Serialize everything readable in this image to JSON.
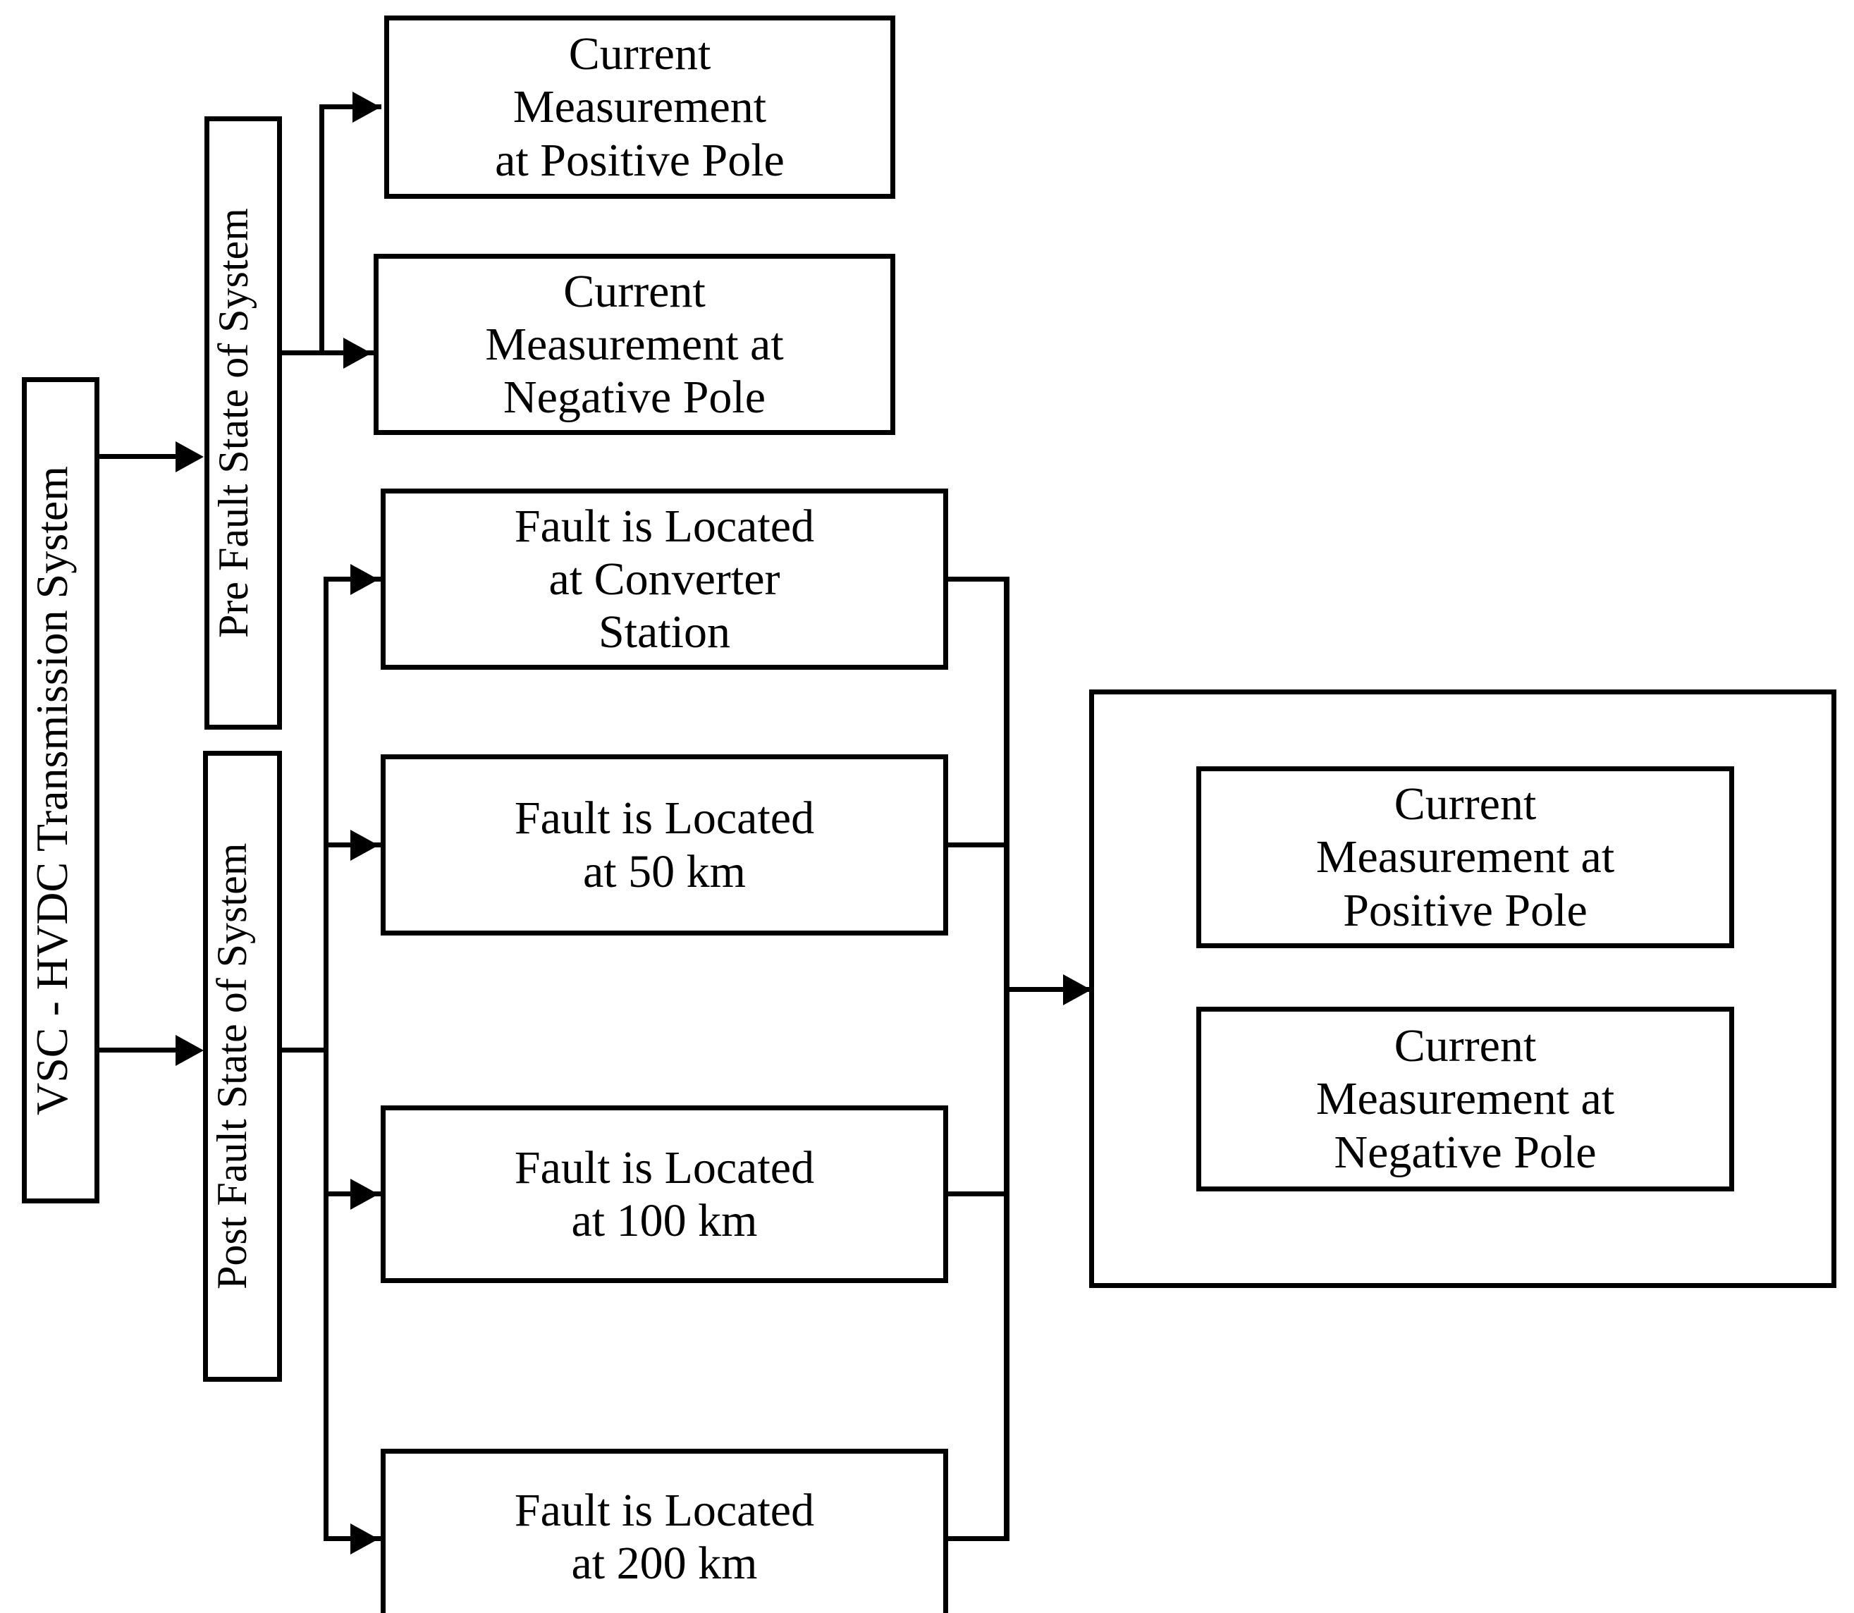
{
  "diagram": {
    "title": "VSC-HVDC Transmission System Fault Measurement Flowchart",
    "colors": {
      "stroke": "#000000",
      "fill": "#ffffff",
      "text": "#000000"
    },
    "source_node": {
      "label": "VSC - HVDC Transmission System",
      "orientation": "vertical"
    },
    "state_nodes": [
      {
        "id": "pre-fault",
        "label": "Pre Fault State of System",
        "orientation": "vertical"
      },
      {
        "id": "post-fault",
        "label": "Post Fault State of System",
        "orientation": "vertical"
      }
    ],
    "pre_fault_outputs": [
      {
        "id": "pre-current-positive",
        "label": "Current\nMeasurement\nat Positive Pole"
      },
      {
        "id": "pre-current-negative",
        "label": "Current\nMeasurement at\nNegative Pole"
      }
    ],
    "fault_cases": [
      {
        "id": "fault-converter-station",
        "label": "Fault is Located\nat Converter\nStation"
      },
      {
        "id": "fault-50km",
        "label": "Fault is Located\nat 50 km"
      },
      {
        "id": "fault-100km",
        "label": "Fault is Located\nat 100 km"
      },
      {
        "id": "fault-200km",
        "label": "Fault is Located\nat 200 km"
      }
    ],
    "result_group": {
      "id": "post-fault-measurements",
      "items": [
        {
          "id": "post-current-positive",
          "label": "Current\nMeasurement at\nPositive Pole"
        },
        {
          "id": "post-current-negative",
          "label": "Current\nMeasurement at\nNegative Pole"
        }
      ]
    }
  }
}
